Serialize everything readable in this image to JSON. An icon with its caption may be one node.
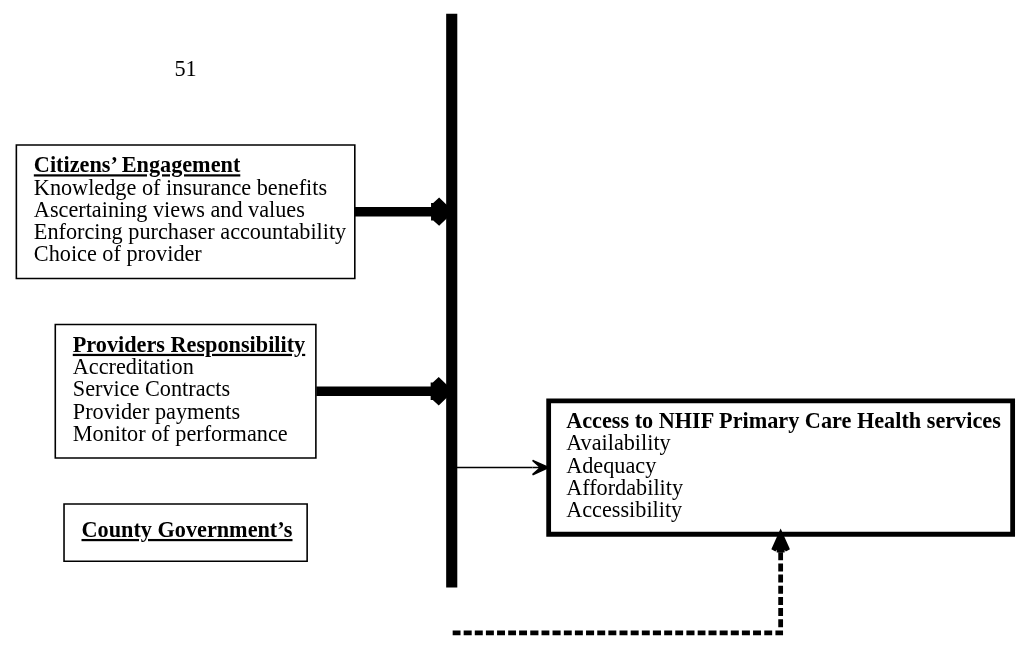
{
  "diagram": {
    "nodes": [
      {
        "text": [
          "Citizens’ Engagement",
          "Knowledge of insurance benefits",
          "Ascertaining views and values",
          "Enforcing purchaser accountability",
          "Choice of provider"
        ]
      },
      {
        "text": [
          "Providers Responsibility",
          "Accreditation",
          "Service Contracts",
          "Provider payments",
          "Monitor of performance"
        ]
      },
      {
        "text": [
          "County Government’s"
        ]
      },
      {
        "text": [],
        "shape": "bar"
      },
      {
        "text": [
          "Access to NHIF Primary Care Health services",
          "Availability",
          "Adequacy",
          "Affordability",
          "Accessibility"
        ]
      }
    ],
    "edges": [
      {
        "from": 0,
        "to": 3,
        "arrow": "to",
        "style": "thick"
      },
      {
        "from": 1,
        "to": 3,
        "arrow": "to",
        "style": "thick"
      },
      {
        "from": 3,
        "to": 4,
        "arrow": "to"
      },
      {
        "from": null,
        "to": 4,
        "arrow": "to",
        "style": "dashed"
      }
    ],
    "labels": [
      "51"
    ]
  }
}
